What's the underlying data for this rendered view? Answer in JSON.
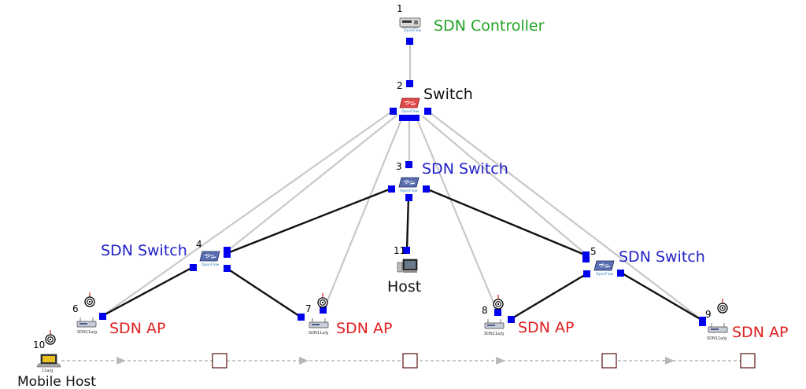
{
  "colors": {
    "controller_label": "#22a322",
    "switch_label": "#111111",
    "sdn_switch_label": "#2020c8",
    "ap_label": "#e02020",
    "host_label": "#111111",
    "port": "#0000ee",
    "control_link": "#c8c8c8",
    "data_link": "#111111",
    "path": "#b8b8b8",
    "waypoint": "#5a1010"
  },
  "nodes": {
    "n1": {
      "number": "1",
      "label": "SDN Controller",
      "device_text": "OpenFlow"
    },
    "n2": {
      "number": "2",
      "label": "Switch",
      "device_text": "OpenFlow"
    },
    "n3": {
      "number": "3",
      "label": "SDN Switch",
      "device_text": "OpenFlow"
    },
    "n4": {
      "number": "4",
      "label": "SDN Switch",
      "device_text": "OpenFlow"
    },
    "n5": {
      "number": "5",
      "label": "SDN Switch",
      "device_text": "OpenFlow"
    },
    "n6": {
      "number": "6",
      "label": "SDN AP",
      "device_text": "SDN11a/g"
    },
    "n7": {
      "number": "7",
      "label": "SDN AP",
      "device_text": "SDN11a/g"
    },
    "n8": {
      "number": "8",
      "label": "SDN AP",
      "device_text": "SDN11a/g"
    },
    "n9": {
      "number": "9",
      "label": "SDN AP",
      "device_text": "SDN11a/g"
    },
    "n10": {
      "number": "10",
      "label": "Mobile Host",
      "device_text": "11a/g"
    },
    "n11": {
      "number": "11",
      "label": "Host"
    }
  }
}
